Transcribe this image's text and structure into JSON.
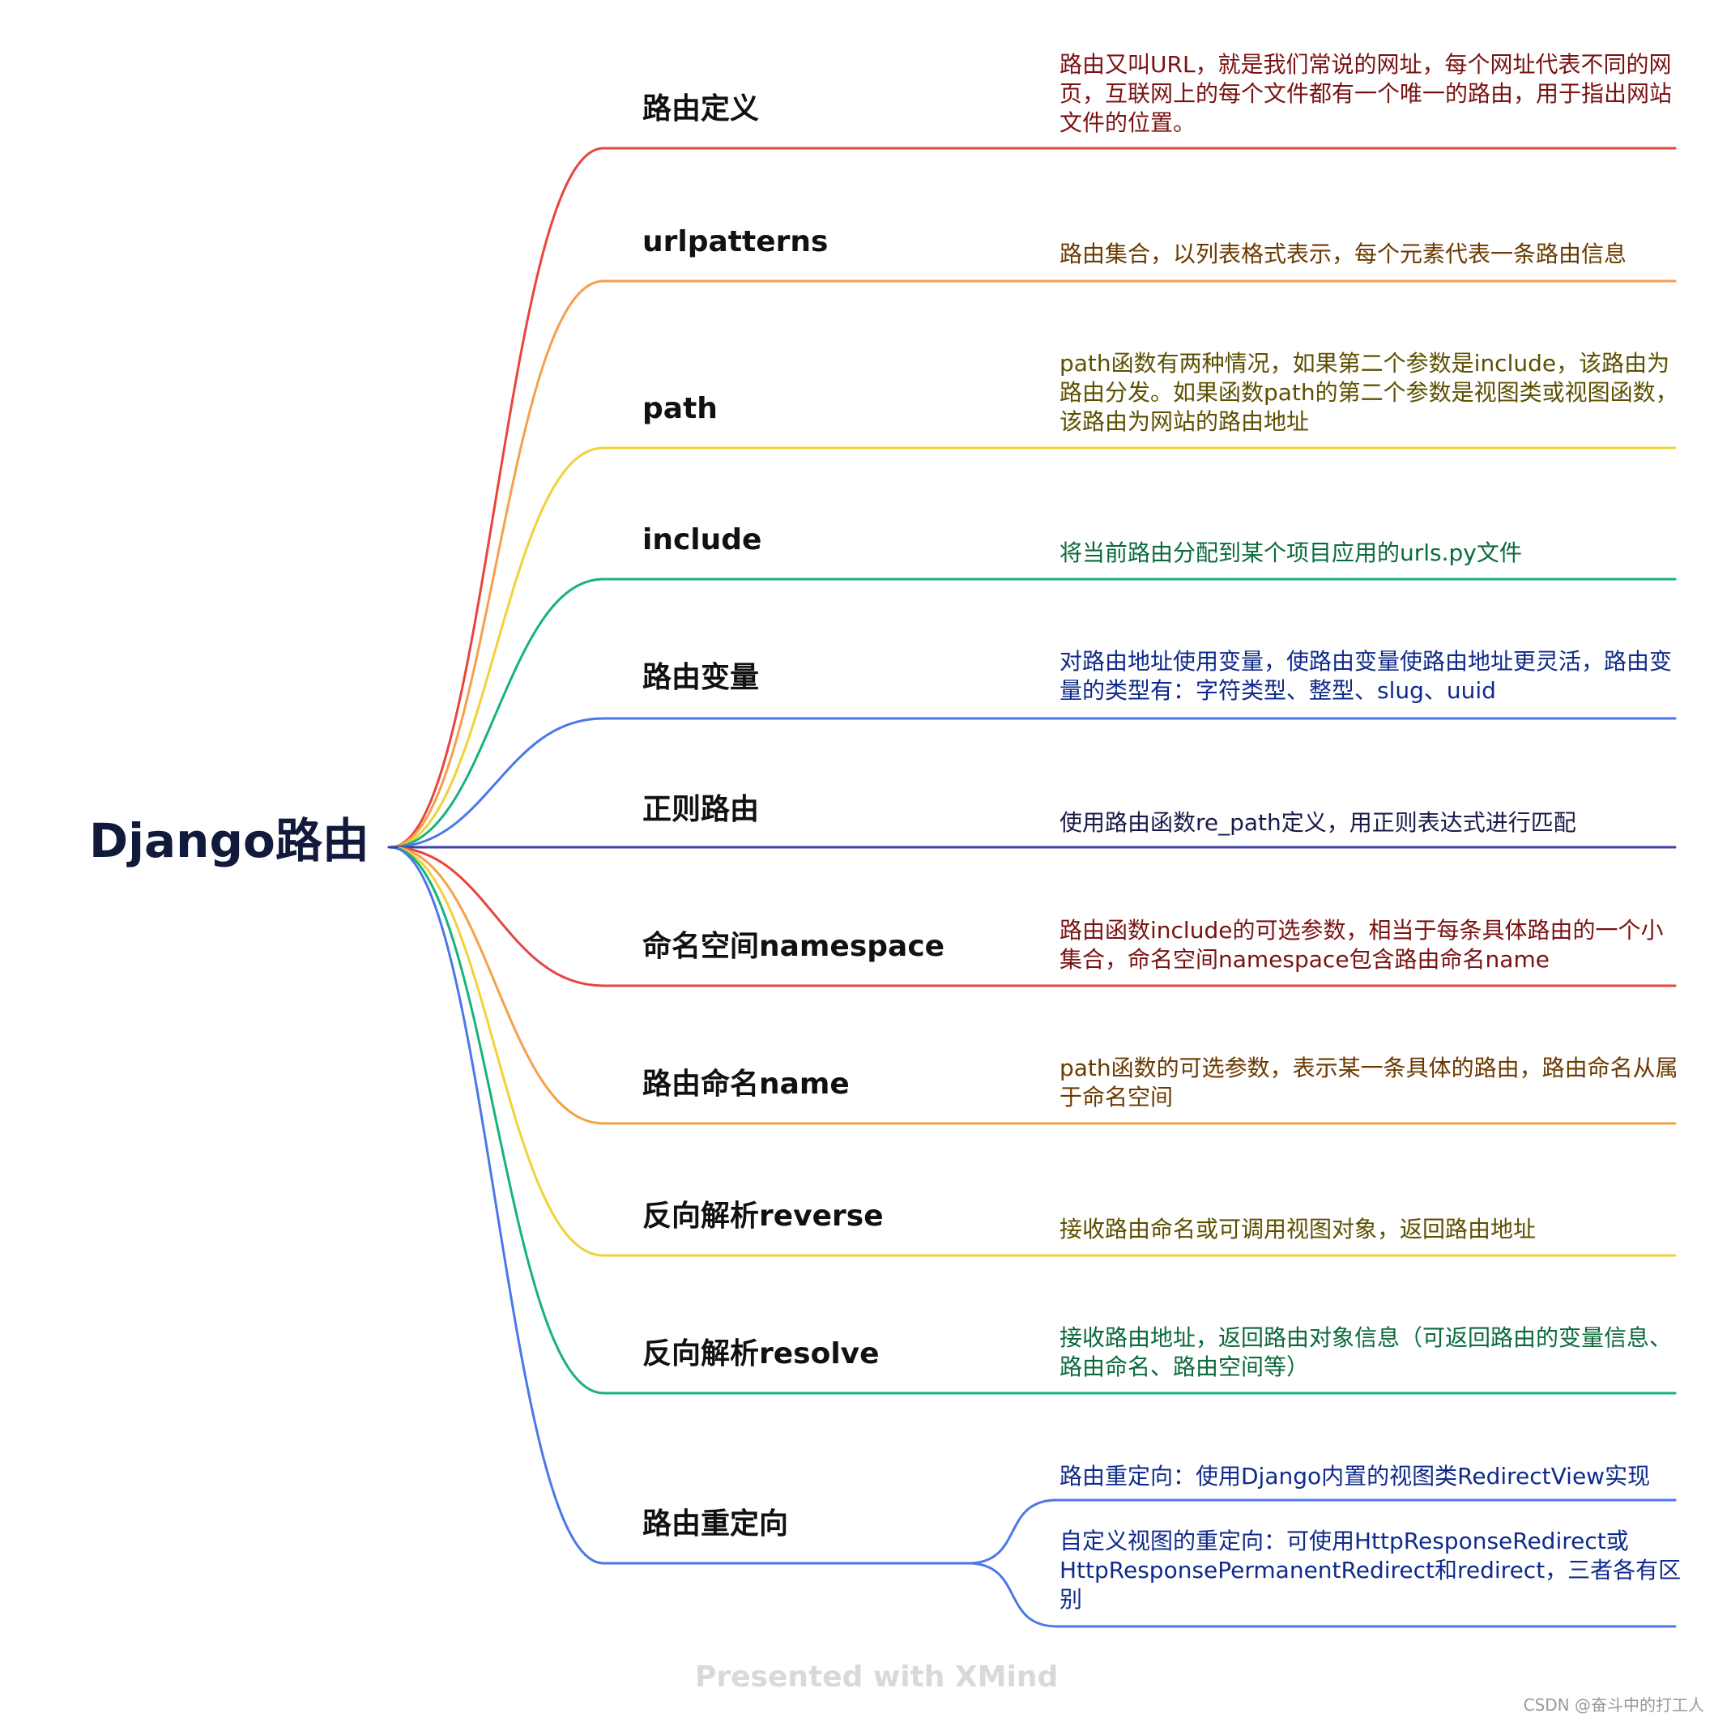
{
  "root": {
    "title": "Django路由"
  },
  "branches": [
    {
      "label": "路由定义",
      "color": "#e8453c",
      "text_color": "#7a1212",
      "descriptions": [
        "路由又叫URL，就是我们常说的网址，每个网址代表不同的网页，互联网上的每个文件都有一个唯一的路由，用于指出网站文件的位置。"
      ]
    },
    {
      "label": "urlpatterns",
      "color": "#f5a04a",
      "text_color": "#6b3a00",
      "descriptions": [
        "路由集合，以列表格式表示，每个元素代表一条路由信息"
      ]
    },
    {
      "label": "path",
      "color": "#f0d23a",
      "text_color": "#5c5000",
      "descriptions": [
        "path函数有两种情况，如果第二个参数是include，该路由为路由分发。如果函数path的第二个参数是视图类或视图函数，该路由为网站的路由地址"
      ]
    },
    {
      "label": "include",
      "color": "#16b37a",
      "text_color": "#0a6a3a",
      "descriptions": [
        "将当前路由分配到某个项目应用的urls.py文件"
      ]
    },
    {
      "label": "路由变量",
      "color": "#4a78e8",
      "text_color": "#0f2a8a",
      "descriptions": [
        "对路由地址使用变量，使路由变量使路由地址更灵活，路由变量的类型有：字符类型、整型、slug、uuid"
      ]
    },
    {
      "label": "正则路由",
      "color": "#3d3fa8",
      "text_color": "#1a1a4a",
      "descriptions": [
        "使用路由函数re_path定义，用正则表达式进行匹配"
      ]
    },
    {
      "label": "命名空间namespace",
      "color": "#e8453c",
      "text_color": "#7a1212",
      "descriptions": [
        "路由函数include的可选参数，相当于每条具体路由的一个小集合，命名空间namespace包含路由命名name"
      ]
    },
    {
      "label": "路由命名name",
      "color": "#f5a04a",
      "text_color": "#6b3a00",
      "descriptions": [
        "path函数的可选参数，表示某一条具体的路由，路由命名从属于命名空间"
      ]
    },
    {
      "label": "反向解析reverse",
      "color": "#f0d23a",
      "text_color": "#5c5000",
      "descriptions": [
        "接收路由命名或可调用视图对象，返回路由地址"
      ]
    },
    {
      "label": "反向解析resolve",
      "color": "#16b37a",
      "text_color": "#0a6a3a",
      "descriptions": [
        "接收路由地址，返回路由对象信息（可返回路由的变量信息、路由命名、路由空间等）"
      ]
    },
    {
      "label": "路由重定向",
      "color": "#4a78e8",
      "text_color": "#0f2a8a",
      "descriptions": [
        "路由重定向：使用Django内置的视图类RedirectView实现",
        "自定义视图的重定向：可使用HttpResponseRedirect或HttpResponsePermanentRedirect和redirect，三者各有区别"
      ]
    }
  ],
  "watermark": "Presented with XMind",
  "credit": "CSDN @奋斗中的打工人"
}
